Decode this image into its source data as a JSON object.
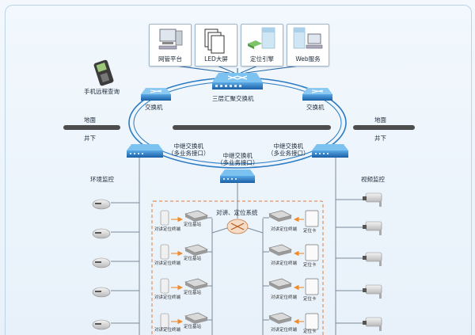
{
  "terminals": [
    {
      "label": "网管平台",
      "icon": "computer-icon"
    },
    {
      "label": "LED大屏",
      "icon": "led-screen-icon"
    },
    {
      "label": "定位引擎",
      "icon": "server-engine-icon"
    },
    {
      "label": "Web服务",
      "icon": "web-server-icon"
    }
  ],
  "core_switch": {
    "label": "三层汇聚交换机"
  },
  "left_switch": {
    "label": "交换机"
  },
  "right_switch": {
    "label": "交换机"
  },
  "mobile_query": {
    "label": "手机远程查询"
  },
  "ground": {
    "left_above": "地面",
    "left_below": "井下",
    "right_above": "地面",
    "right_below": "井下"
  },
  "relays": {
    "left": {
      "line1": "中继交换机",
      "line2": "（多业务接口）"
    },
    "center": {
      "line1": "中继交换机",
      "line2": "（多业务接口）"
    },
    "right": {
      "line1": "中继交换机",
      "line2": "（多业务接口）"
    }
  },
  "env_monitor": {
    "label": "环境监控"
  },
  "video_monitor": {
    "label": "视频监控"
  },
  "intercom_system": {
    "label": "对讲、定位系统"
  },
  "left_devices": [
    {
      "phone": "对讲定位终端",
      "station": "定位基站"
    },
    {
      "phone": "对讲定位终端",
      "station": "定位基站"
    },
    {
      "phone": "对讲定位终端",
      "station": "定位基站"
    },
    {
      "phone": "对讲定位终端",
      "station": "定位基站"
    }
  ],
  "right_devices": [
    {
      "phone": "对讲定位终端",
      "card": "定位卡"
    },
    {
      "phone": "对讲定位终端",
      "card": "定位卡"
    },
    {
      "phone": "对讲定位终端",
      "card": "定位卡"
    },
    {
      "phone": "对讲定位终端",
      "card": "定位卡"
    }
  ],
  "colors": {
    "ring": "#2a7bc4",
    "switch": "#1f6fb8",
    "ground_bar": "#4d4d4d",
    "dashed_box": "#e0793a",
    "arrow": "#f08a2a"
  }
}
